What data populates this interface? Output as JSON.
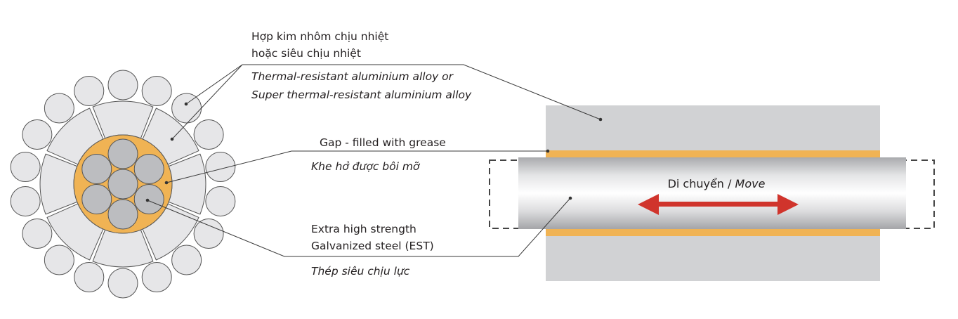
{
  "labels": {
    "alloy_vi_1": "Hợp kim nhôm chịu nhiệt",
    "alloy_vi_2": "hoặc siêu chịu nhiệt",
    "alloy_en_1": "Thermal-resistant aluminium alloy or",
    "alloy_en_2": "Super thermal-resistant aluminium alloy",
    "gap_en": "Gap - filled with grease",
    "gap_vi": "Khe hở được bôi mỡ",
    "steel_en_1": "Extra high strength",
    "steel_en_2": "Galvanized steel (EST)",
    "steel_vi": "Thép siêu chịu lực",
    "move_vi": "Di chuyển / ",
    "move_en": "Move"
  },
  "colors": {
    "aluminium": "#e6e6e8",
    "grease": "#f0b354",
    "steel": "#bcbdc0",
    "sleeve": "#d1d2d4",
    "arrow": "#d0342c"
  }
}
